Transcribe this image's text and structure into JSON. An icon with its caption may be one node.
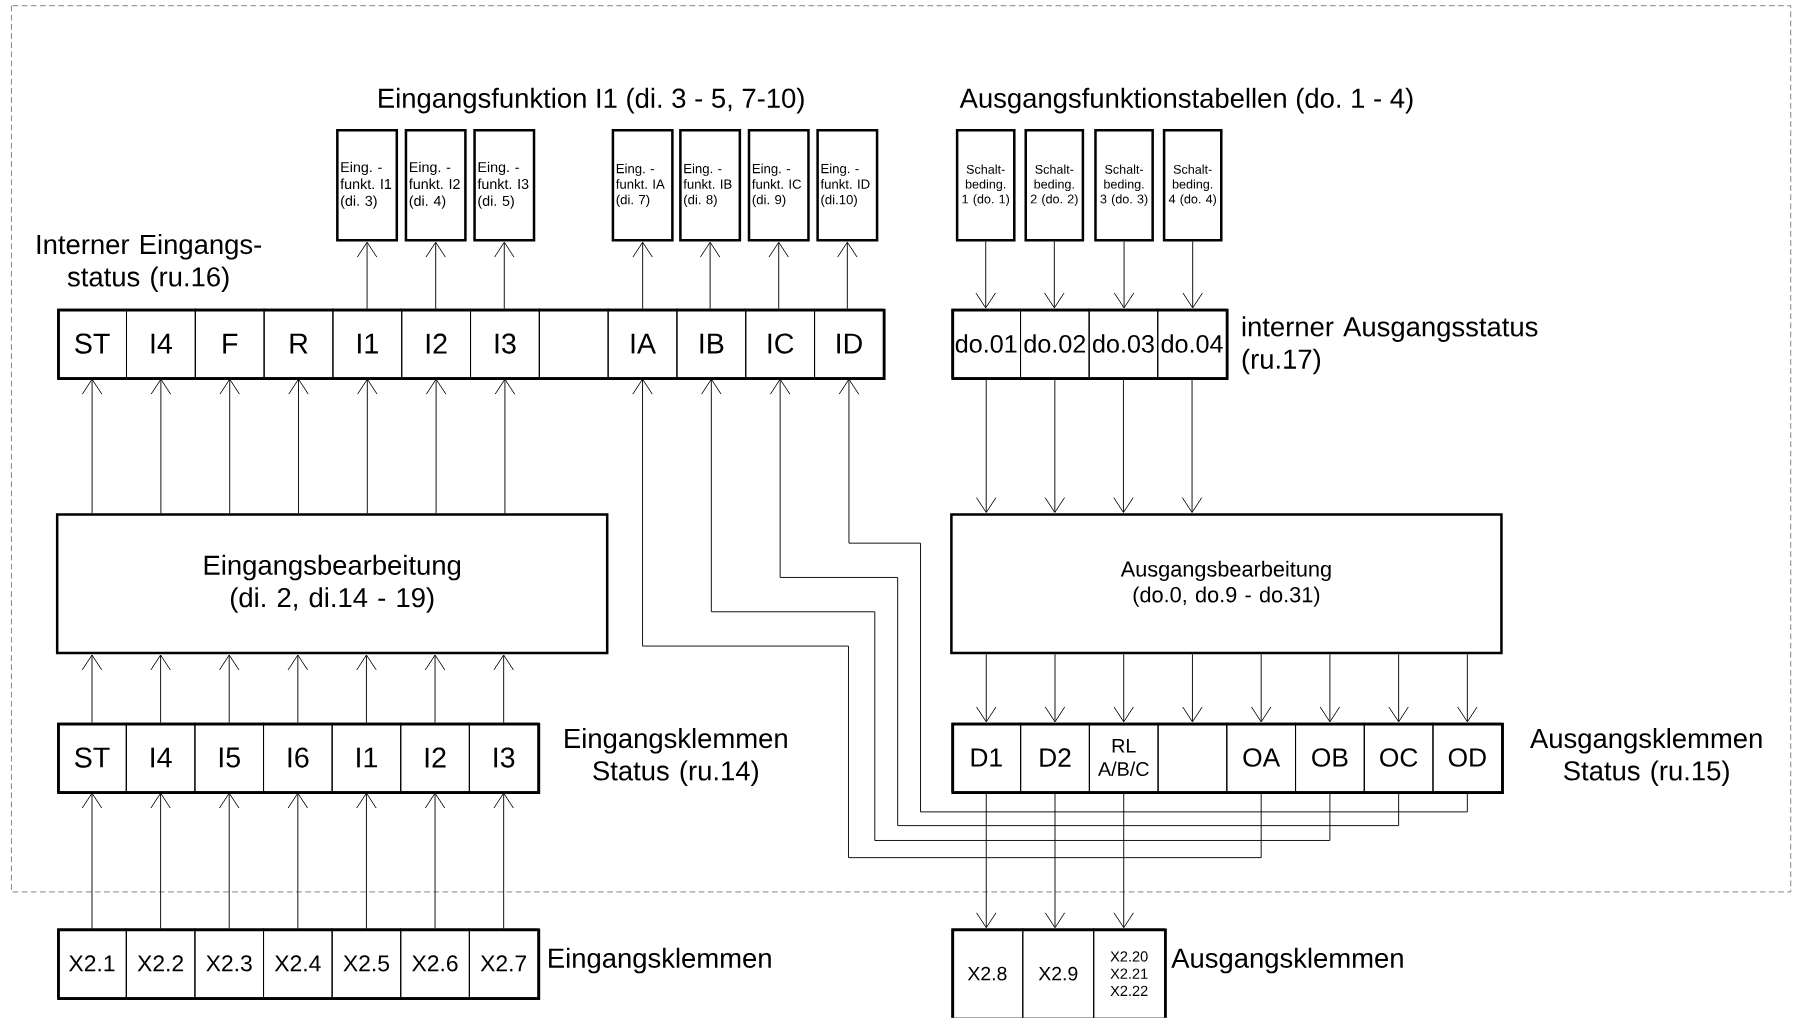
{
  "diagram": {
    "nodes": [
      {
        "text": [
          "Eing. - funkt. I1 (di. 3)"
        ]
      },
      {
        "text": [
          "Eing. - funkt. I2 (di. 4)"
        ]
      },
      {
        "text": [
          "Eing. - funkt. I3 (di. 5)"
        ]
      },
      {
        "text": [
          "Eing. - funkt. IA (di. 7)"
        ]
      },
      {
        "text": [
          "Eing. - funkt. IB (di. 8)"
        ]
      },
      {
        "text": [
          "Eing. - funkt. IC (di. 9)"
        ]
      },
      {
        "text": [
          "Eing. - funkt. ID (di.10)"
        ]
      },
      {
        "text": [
          "Schalt- beding. 1 (do. 1)"
        ]
      },
      {
        "text": [
          "Schalt- beding. 2 (do. 2)"
        ]
      },
      {
        "text": [
          "Schalt- beding. 3 (do. 3)"
        ]
      },
      {
        "text": [
          "Schalt- beding. 4 (do. 4)"
        ]
      },
      {
        "text": [
          "Interner Eingangs- status (ru.16)"
        ]
      },
      {
        "text": [
          "ST"
        ],
        "in": 11
      },
      {
        "text": [
          "I4"
        ],
        "in": 11
      },
      {
        "text": [
          "F"
        ],
        "in": 11
      },
      {
        "text": [
          "R"
        ],
        "in": 11
      },
      {
        "text": [
          "I1"
        ],
        "in": 11
      },
      {
        "text": [
          "I2"
        ],
        "in": 11
      },
      {
        "text": [
          "I3"
        ],
        "in": 11
      },
      {
        "text": [],
        "shape": "box",
        "in": 11
      },
      {
        "text": [
          "IA"
        ],
        "in": 11
      },
      {
        "text": [
          "IB"
        ],
        "in": 11
      },
      {
        "text": [
          "IC"
        ],
        "in": 11
      },
      {
        "text": [
          "ID"
        ],
        "in": 11
      },
      {
        "text": [
          "interner Ausgangsstatus (ru.17)"
        ]
      },
      {
        "text": [
          "do.01"
        ],
        "in": 24
      },
      {
        "text": [
          "do.02"
        ],
        "in": 24
      },
      {
        "text": [
          "do.03"
        ],
        "in": 24
      },
      {
        "text": [
          "do.04"
        ],
        "in": 24
      },
      {
        "text": [
          "Eingangsbearbeitung (di. 2, di.14 - 19)"
        ]
      },
      {
        "text": [
          "Ausgangsbearbeitung (do.0, do.9 - do.31)"
        ]
      },
      {
        "text": [
          "Eingangsklemmen Status (ru.14)"
        ]
      },
      {
        "text": [
          "ST"
        ],
        "in": 31
      },
      {
        "text": [
          "I4"
        ],
        "in": 31
      },
      {
        "text": [
          "I5"
        ],
        "in": 31
      },
      {
        "text": [
          "I6"
        ],
        "in": 31
      },
      {
        "text": [
          "I1"
        ],
        "in": 31
      },
      {
        "text": [
          "I2"
        ],
        "in": 31
      },
      {
        "text": [
          "I3"
        ],
        "in": 31
      },
      {
        "text": [
          "Ausgangsklemmen Status (ru.15)"
        ]
      },
      {
        "text": [
          "D1"
        ],
        "in": 39
      },
      {
        "text": [
          "D2"
        ],
        "in": 39
      },
      {
        "text": [
          "RL A/B/C"
        ],
        "in": 39
      },
      {
        "text": [],
        "shape": "box",
        "in": 39
      },
      {
        "text": [
          "OA"
        ],
        "in": 39
      },
      {
        "text": [
          "OB"
        ],
        "in": 39
      },
      {
        "text": [
          "OC"
        ],
        "in": 39
      },
      {
        "text": [
          "OD"
        ],
        "in": 39
      },
      {
        "text": [
          "Eingangsklemmen"
        ]
      },
      {
        "text": [
          "X2.1"
        ],
        "in": 48
      },
      {
        "text": [
          "X2.2"
        ],
        "in": 48
      },
      {
        "text": [
          "X2.3"
        ],
        "in": 48
      },
      {
        "text": [
          "X2.4"
        ],
        "in": 48
      },
      {
        "text": [
          "X2.5"
        ],
        "in": 48
      },
      {
        "text": [
          "X2.6"
        ],
        "in": 48
      },
      {
        "text": [
          "X2.7"
        ],
        "in": 48
      },
      {
        "text": [
          "Ausgangsklemmen"
        ]
      },
      {
        "text": [
          "X2.8"
        ],
        "in": 56
      },
      {
        "text": [
          "X2.9"
        ],
        "in": 56
      },
      {
        "text": [
          "X2.20 X2.21 X2.22"
        ],
        "in": 56
      }
    ],
    "edges": [
      {
        "from": 16,
        "to": 0,
        "arrow": "to"
      },
      {
        "from": 17,
        "to": 1,
        "arrow": "to"
      },
      {
        "from": 18,
        "to": 2,
        "arrow": "to"
      },
      {
        "from": 20,
        "to": 3,
        "arrow": "to"
      },
      {
        "from": 21,
        "to": 4,
        "arrow": "to"
      },
      {
        "from": 22,
        "to": 5,
        "arrow": "to"
      },
      {
        "from": 23,
        "to": 6,
        "arrow": "to"
      },
      {
        "from": 7,
        "to": 25,
        "arrow": "to"
      },
      {
        "from": 8,
        "to": 26,
        "arrow": "to"
      },
      {
        "from": 9,
        "to": 27,
        "arrow": "to"
      },
      {
        "from": 10,
        "to": 28,
        "arrow": "to"
      },
      {
        "from": 29,
        "to": 12,
        "arrow": "to"
      },
      {
        "from": 29,
        "to": 13,
        "arrow": "to"
      },
      {
        "from": 29,
        "to": 14,
        "arrow": "to"
      },
      {
        "from": 29,
        "to": 15,
        "arrow": "to"
      },
      {
        "from": 29,
        "to": 16,
        "arrow": "to"
      },
      {
        "from": 29,
        "to": 17,
        "arrow": "to"
      },
      {
        "from": 29,
        "to": 18,
        "arrow": "to"
      },
      {
        "from": 25,
        "to": 30,
        "arrow": "to"
      },
      {
        "from": 26,
        "to": 30,
        "arrow": "to"
      },
      {
        "from": 27,
        "to": 30,
        "arrow": "to"
      },
      {
        "from": 28,
        "to": 30,
        "arrow": "to"
      },
      {
        "from": 32,
        "to": 29,
        "arrow": "to"
      },
      {
        "from": 33,
        "to": 29,
        "arrow": "to"
      },
      {
        "from": 34,
        "to": 29,
        "arrow": "to"
      },
      {
        "from": 35,
        "to": 29,
        "arrow": "to"
      },
      {
        "from": 36,
        "to": 29,
        "arrow": "to"
      },
      {
        "from": 37,
        "to": 29,
        "arrow": "to"
      },
      {
        "from": 38,
        "to": 29,
        "arrow": "to"
      },
      {
        "from": 30,
        "to": 40,
        "arrow": "to"
      },
      {
        "from": 30,
        "to": 41,
        "arrow": "to"
      },
      {
        "from": 30,
        "to": 42,
        "arrow": "to"
      },
      {
        "from": 30,
        "to": 43,
        "arrow": "to"
      },
      {
        "from": 30,
        "to": 44,
        "arrow": "to"
      },
      {
        "from": 30,
        "to": 45,
        "arrow": "to"
      },
      {
        "from": 30,
        "to": 46,
        "arrow": "to"
      },
      {
        "from": 30,
        "to": 47,
        "arrow": "to"
      },
      {
        "from": 44,
        "to": 20,
        "arrow": "to"
      },
      {
        "from": 45,
        "to": 21,
        "arrow": "to"
      },
      {
        "from": 46,
        "to": 22,
        "arrow": "to"
      },
      {
        "from": 47,
        "to": 23,
        "arrow": "to"
      },
      {
        "from": 49,
        "to": 32,
        "arrow": "to"
      },
      {
        "from": 50,
        "to": 33,
        "arrow": "to"
      },
      {
        "from": 51,
        "to": 34,
        "arrow": "to"
      },
      {
        "from": 52,
        "to": 35,
        "arrow": "to"
      },
      {
        "from": 53,
        "to": 36,
        "arrow": "to"
      },
      {
        "from": 54,
        "to": 37,
        "arrow": "to"
      },
      {
        "from": 55,
        "to": 38,
        "arrow": "to"
      },
      {
        "from": 40,
        "to": 57,
        "arrow": "to"
      },
      {
        "from": 41,
        "to": 58,
        "arrow": "to"
      },
      {
        "from": 42,
        "to": 59,
        "arrow": "to"
      }
    ],
    "labels": [
      "Eingangsfunktion I1 (di. 3 - 5, 7-10)",
      "Ausgangsfunktionstabellen (do. 1 - 4)"
    ]
  }
}
